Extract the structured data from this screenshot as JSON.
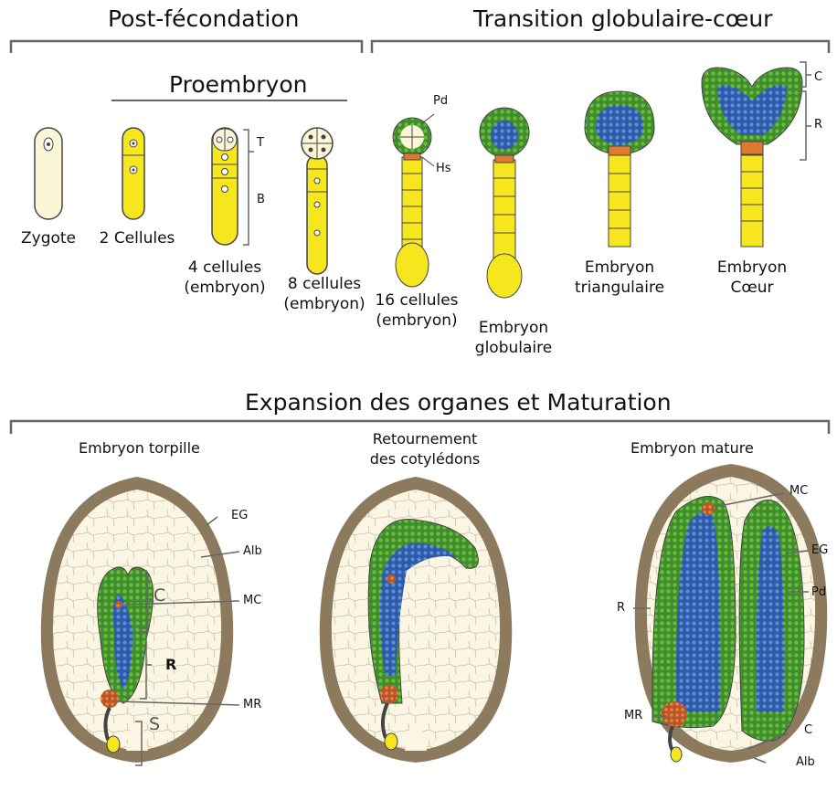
{
  "headers": {
    "post_fecondation": "Post-fécondation",
    "transition": "Transition globulaire-cœur",
    "proembryon": "Proembryon",
    "expansion": "Expansion des organes et Maturation"
  },
  "stages": {
    "zygote": "Zygote",
    "two_cells": "2 Cellules",
    "four_cells": "4 cellules\n(embryon)",
    "eight_cells": "8 cellules\n(embryon)",
    "sixteen_cells": "16 cellules\n(embryon)",
    "globular": "Embryon\nglobulaire",
    "triangular": "Embryon\ntriangulaire",
    "heart": "Embryon\nCœur",
    "torpedo": "Embryon torpille",
    "turning": "Retournement\ndes cotylédons",
    "mature": "Embryon mature"
  },
  "labels": {
    "T": "T",
    "B": "B",
    "Pd": "Pd",
    "Hs": "Hs",
    "C": "C",
    "R": "R",
    "EG": "EG",
    "Alb": "Alb",
    "MC": "MC",
    "MR": "MR",
    "S": "S"
  },
  "colors": {
    "suspensor": "#F5E61E",
    "protoderm": "#3E8E2E",
    "inner": "#3F6FC0",
    "hypophysis": "#E07A2E",
    "albumen": "#FBF6E4",
    "seed_coat": "#8C7A5E"
  }
}
